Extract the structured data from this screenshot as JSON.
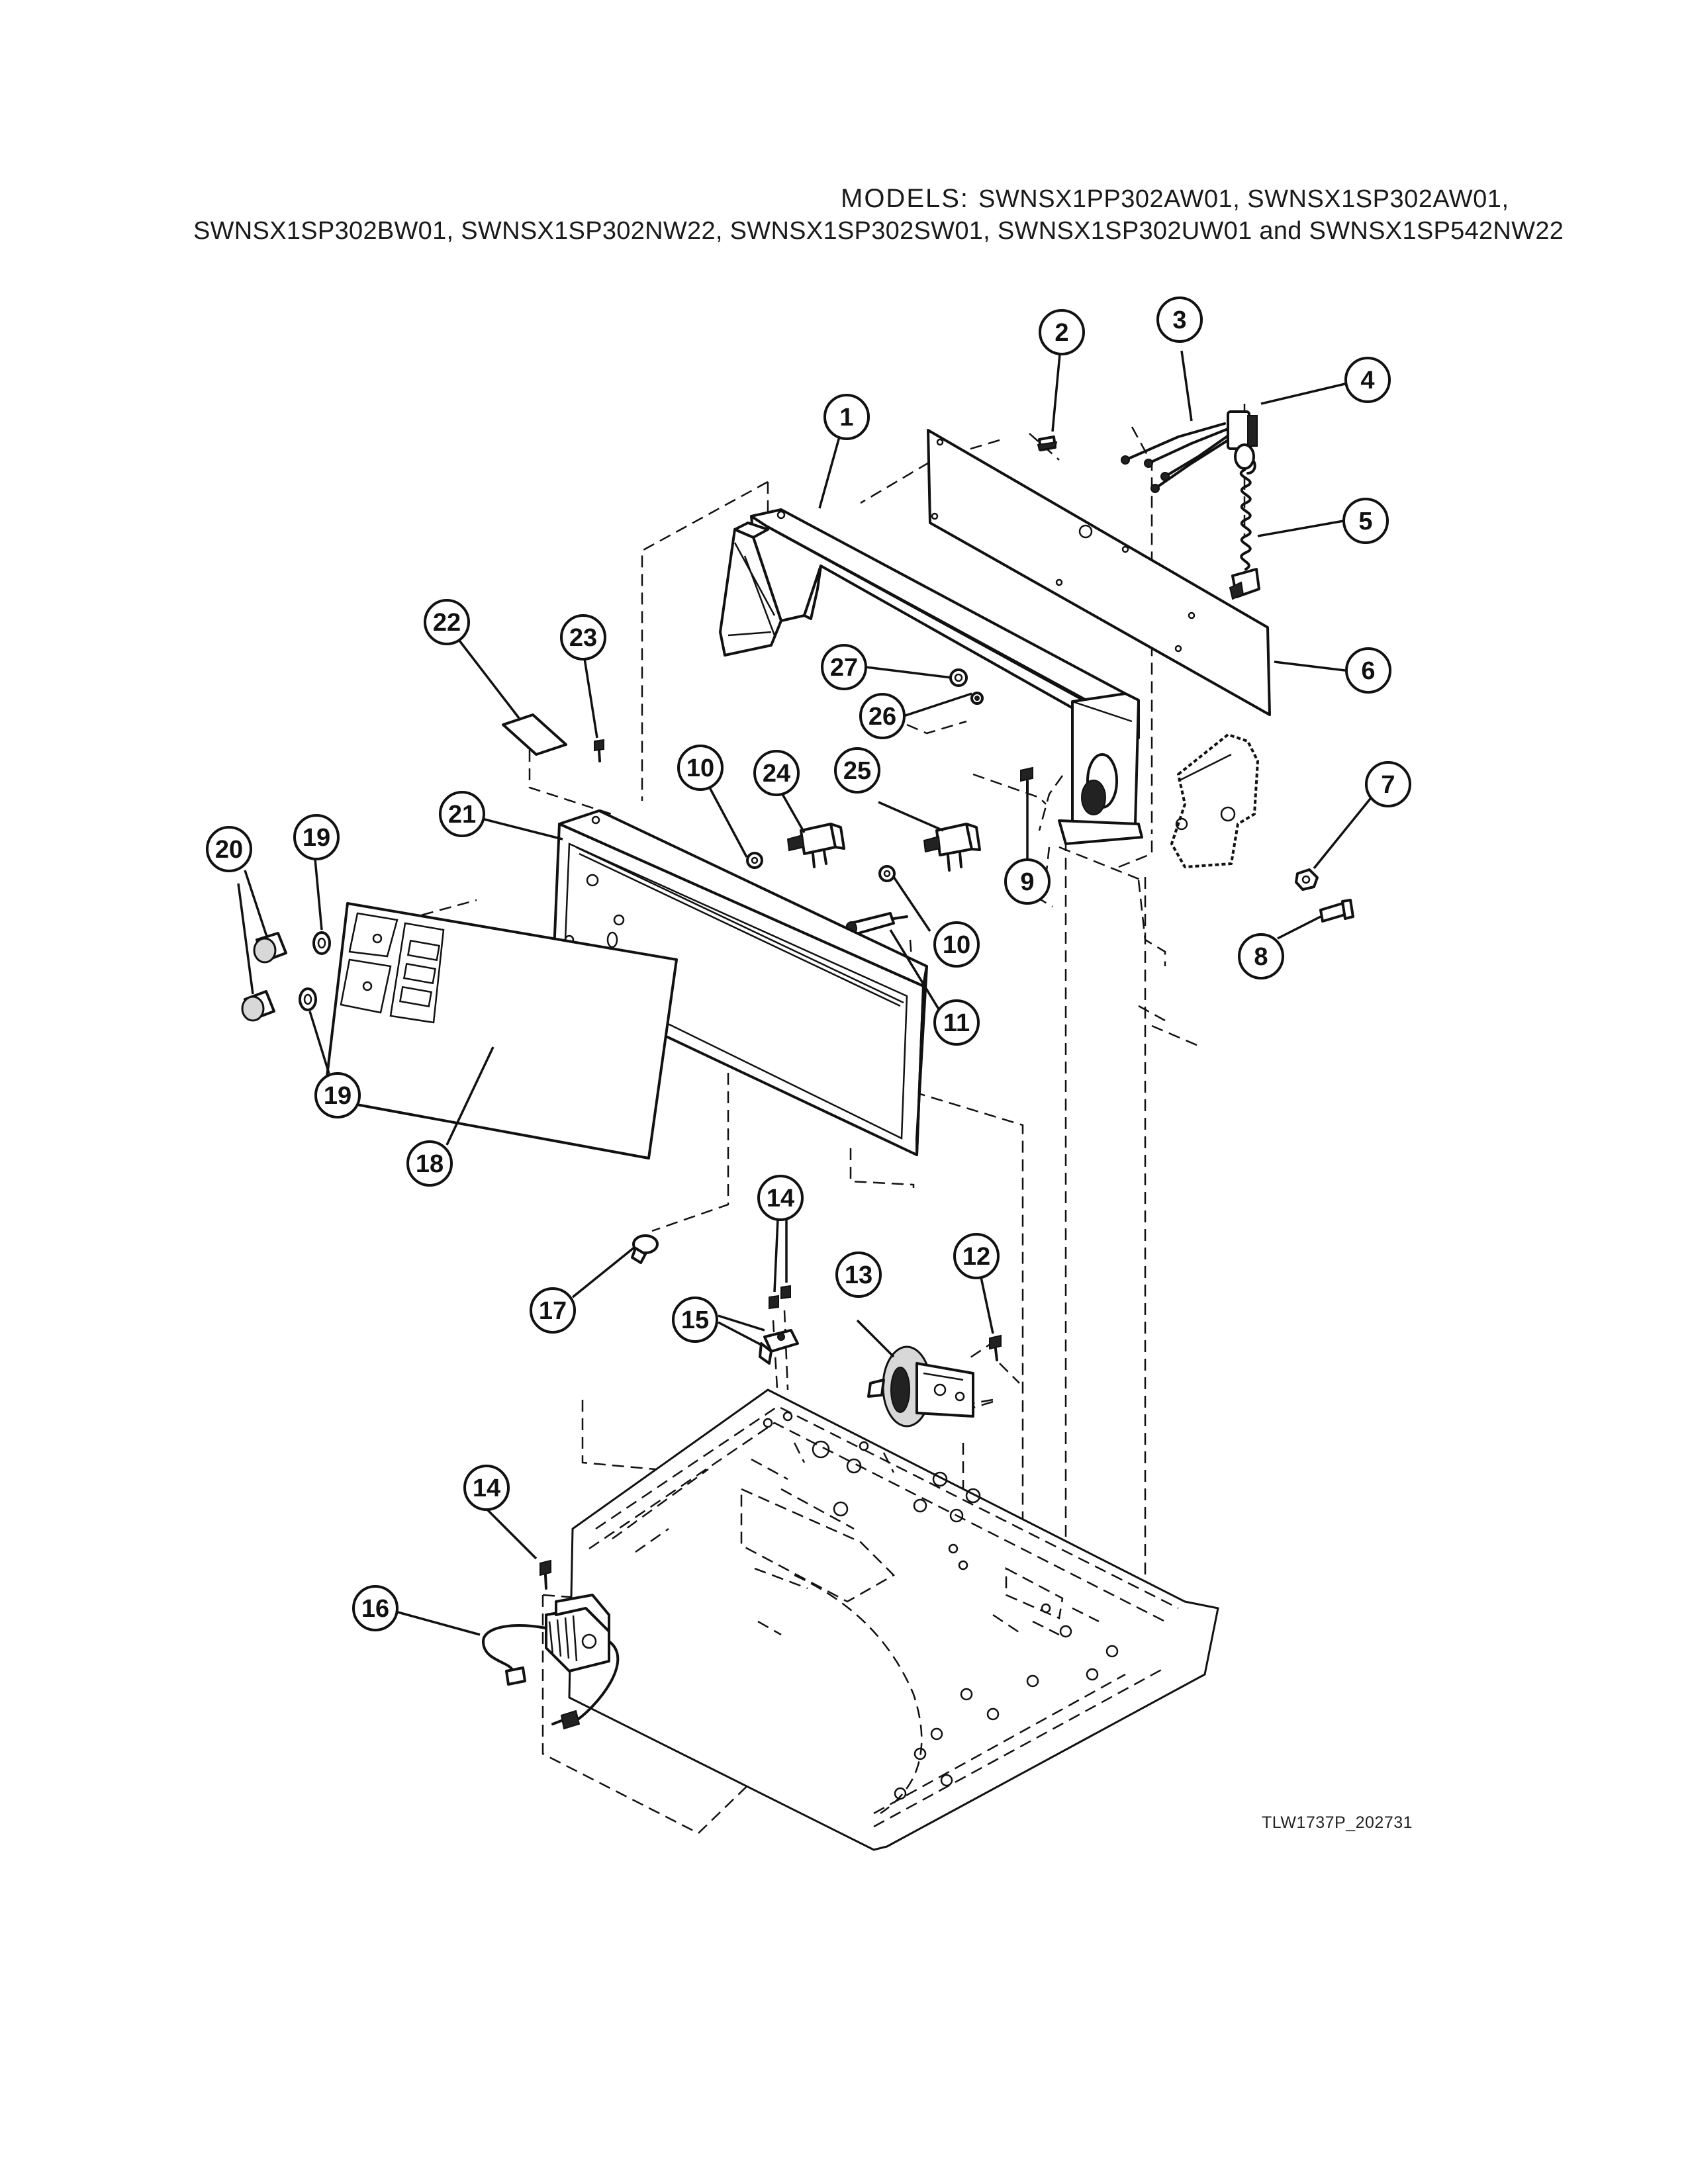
{
  "header": {
    "models_label": "MODELS:",
    "models_line_1": "SWNSX1PP302AW01, SWNSX1SP302AW01,",
    "models_line_2": "SWNSX1SP302BW01, SWNSX1SP302NW22, SWNSX1SP302SW01, SWNSX1SP302UW01 and SWNSX1SP542NW22"
  },
  "drawing_code": "TLW1737P_202731",
  "callouts": [
    "1",
    "2",
    "3",
    "4",
    "5",
    "6",
    "7",
    "8",
    "9",
    "10",
    "10",
    "11",
    "12",
    "13",
    "14",
    "14",
    "15",
    "16",
    "17",
    "18",
    "19",
    "19",
    "20",
    "21",
    "22",
    "23",
    "24",
    "25",
    "26",
    "27"
  ]
}
